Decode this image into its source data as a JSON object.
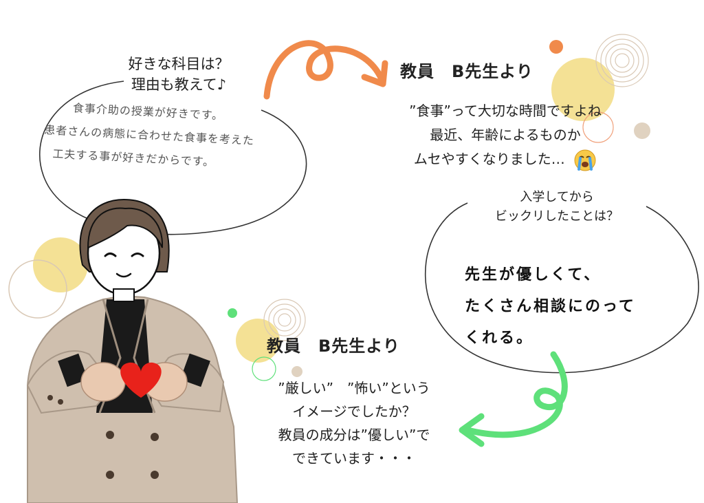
{
  "question1": {
    "lines": [
      "好きな科目は？",
      "理由も教えて♪"
    ]
  },
  "handwritten_answer1": {
    "lines": [
      "食事介助の授業が好きです。",
      "患者さんの病態に合わせた食事を考えた",
      "工夫する事が好きだからです。"
    ]
  },
  "reply1": {
    "from": "教員　B先生より",
    "lines": [
      "”食事”って大切な時間ですよね",
      "最近、年齢によるものか",
      "ムセやすくなりました…"
    ],
    "emoji": "crying-face-icon"
  },
  "question2": {
    "lines": [
      "入学してから",
      "ビックリしたことは？"
    ]
  },
  "handwritten_answer2": {
    "lines": [
      "先生が優しくて、",
      "たくさん相談にのって",
      "くれる。"
    ]
  },
  "reply2": {
    "from": "教員　B先生より",
    "lines": [
      "”厳しい”　”怖い”という",
      "イメージでしたか？",
      "教員の成分は”優しい”で",
      "できています・・・"
    ]
  },
  "colors": {
    "accent_orange": "#f08a4b",
    "accent_green": "#5ee07a",
    "dot_yellow": "#f3de8a",
    "dot_beige": "#e0d2c0",
    "heart_red": "#e8221b"
  }
}
